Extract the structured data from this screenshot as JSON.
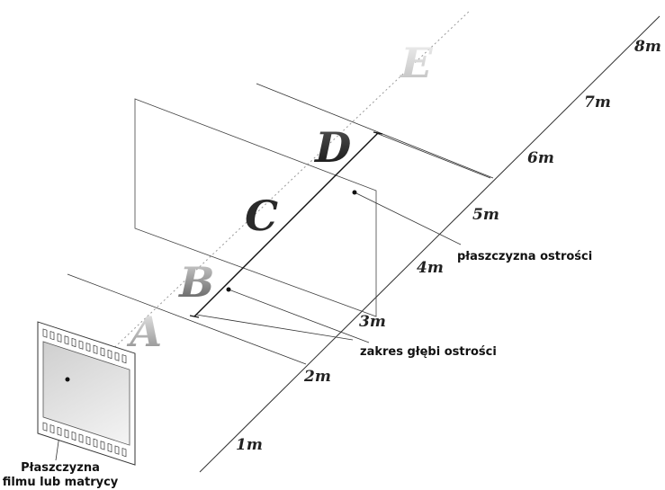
{
  "distance_labels": [
    "1m",
    "2m",
    "3m",
    "4m",
    "5m",
    "6m",
    "7m",
    "8m"
  ],
  "zones": [
    "A",
    "B",
    "C",
    "D",
    "E"
  ],
  "labels": {
    "focus_plane": "płaszczyzna ostrości",
    "depth_of_field": "zakres głębi ostrości",
    "film_plane_line1": "Płaszczyzna",
    "film_plane_line2": "filmu lub matrycy"
  },
  "colors": {
    "line": "#333333",
    "zone_dark": "#2a2a2a",
    "zone_light": "#c8c8c8"
  }
}
